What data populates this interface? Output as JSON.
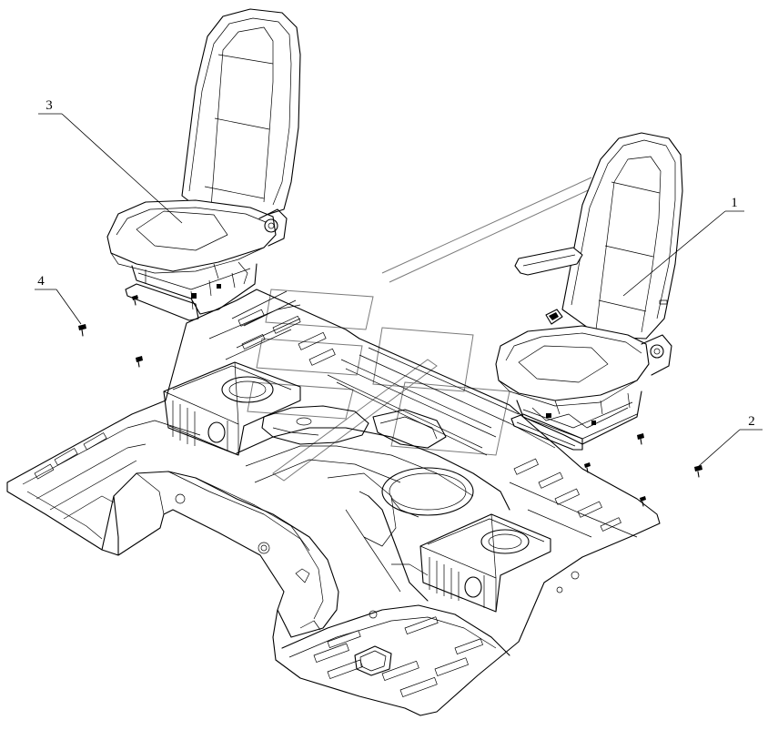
{
  "labels": [
    {
      "id": "1",
      "text": "1",
      "part": "right-seat"
    },
    {
      "id": "2",
      "text": "2",
      "part": "bolt-right"
    },
    {
      "id": "3",
      "text": "3",
      "part": "left-seat"
    },
    {
      "id": "4",
      "text": "4",
      "part": "bolt-left"
    }
  ]
}
